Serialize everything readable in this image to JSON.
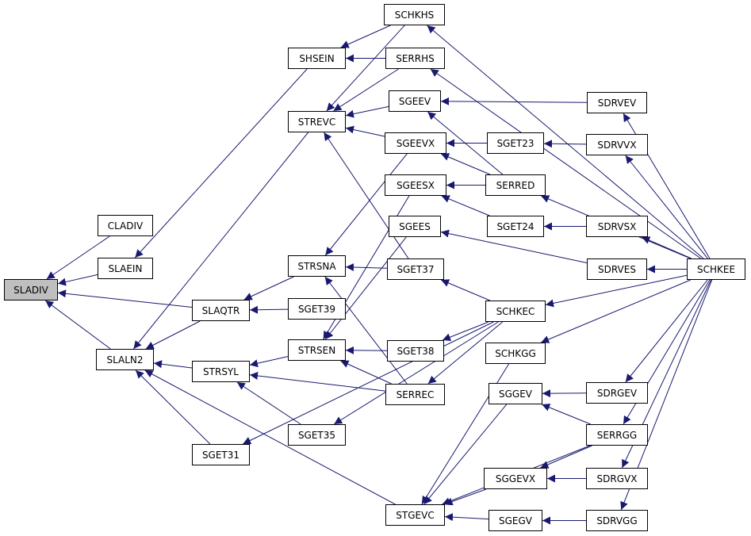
{
  "colors": {
    "edge": "#191970",
    "node_border": "#000000",
    "node_fill": "#ffffff",
    "root_fill": "#bfbfbf"
  },
  "nodes": {
    "SLADIV": "SLADIV",
    "CLADIV": "CLADIV",
    "SLAEIN": "SLAEIN",
    "SLALN2": "SLALN2",
    "SHSEIN": "SHSEIN",
    "STREVC": "STREVC",
    "SLAQTR": "SLAQTR",
    "STRSYL": "STRSYL",
    "SGET31": "SGET31",
    "SCHKHS": "SCHKHS",
    "SERRHS": "SERRHS",
    "SGEEV": "SGEEV",
    "SGEEVX": "SGEEVX",
    "SGEESX": "SGEESX",
    "SGEES": "SGEES",
    "STRSNA": "STRSNA",
    "SGET37": "SGET37",
    "SGET39": "SGET39",
    "SCHKEC": "SCHKEC",
    "STRSEN": "STRSEN",
    "SGET38": "SGET38",
    "SERREC": "SERREC",
    "SGET35": "SGET35",
    "SCHKGG": "SCHKGG",
    "SGGEV": "SGGEV",
    "SGGEVX": "SGGEVX",
    "STGEVC": "STGEVC",
    "SGEGV": "SGEGV",
    "SGET23": "SGET23",
    "SERRED": "SERRED",
    "SGET24": "SGET24",
    "SDRVEV": "SDRVEV",
    "SDRVVX": "SDRVVX",
    "SDRVSX": "SDRVSX",
    "SDRVES": "SDRVES",
    "SDRGEV": "SDRGEV",
    "SERRGG": "SERRGG",
    "SDRGVX": "SDRGVX",
    "SDRVGG": "SDRVGG",
    "SCHKEE": "SCHKEE"
  },
  "edges": [
    [
      "CLADIV",
      "SLADIV"
    ],
    [
      "SLAEIN",
      "SLADIV"
    ],
    [
      "SLAQTR",
      "SLADIV"
    ],
    [
      "SLALN2",
      "SLADIV"
    ],
    [
      "SHSEIN",
      "SLAEIN"
    ],
    [
      "STREVC",
      "SLALN2"
    ],
    [
      "SLAQTR",
      "SLALN2"
    ],
    [
      "STRSYL",
      "SLALN2"
    ],
    [
      "SGET31",
      "SLALN2"
    ],
    [
      "STGEVC",
      "SLALN2"
    ],
    [
      "SCHKHS",
      "SHSEIN"
    ],
    [
      "SERRHS",
      "SHSEIN"
    ],
    [
      "SCHKHS",
      "STREVC"
    ],
    [
      "SERRHS",
      "STREVC"
    ],
    [
      "SGEEV",
      "STREVC"
    ],
    [
      "SGEEVX",
      "STREVC"
    ],
    [
      "SGET37",
      "STREVC"
    ],
    [
      "STRSNA",
      "SLAQTR"
    ],
    [
      "SGET39",
      "SLAQTR"
    ],
    [
      "STRSEN",
      "STRSYL"
    ],
    [
      "SERREC",
      "STRSYL"
    ],
    [
      "SGET35",
      "STRSYL"
    ],
    [
      "SGEEVX",
      "STRSNA"
    ],
    [
      "SGET37",
      "STRSNA"
    ],
    [
      "SERREC",
      "STRSNA"
    ],
    [
      "SGEESX",
      "STRSEN"
    ],
    [
      "SGEES",
      "STRSEN"
    ],
    [
      "SGET38",
      "STRSEN"
    ],
    [
      "SERREC",
      "STRSEN"
    ],
    [
      "SERRED",
      "SGEEV"
    ],
    [
      "SDRVEV",
      "SGEEV"
    ],
    [
      "SERRED",
      "SGEEVX"
    ],
    [
      "SGET23",
      "SGEEVX"
    ],
    [
      "SERRED",
      "SGEESX"
    ],
    [
      "SGET24",
      "SGEESX"
    ],
    [
      "SDRVES",
      "SGEES"
    ],
    [
      "SCHKEC",
      "SGET37"
    ],
    [
      "SCHKEC",
      "SGET38"
    ],
    [
      "SCHKEC",
      "SERREC"
    ],
    [
      "SCHKEC",
      "SGET35"
    ],
    [
      "SCHKEC",
      "SGET31"
    ],
    [
      "SDRVVX",
      "SGET23"
    ],
    [
      "SDRVSX",
      "SGET24"
    ],
    [
      "SCHKGG",
      "STGEVC"
    ],
    [
      "SGGEV",
      "STGEVC"
    ],
    [
      "SERRGG",
      "STGEVC"
    ],
    [
      "SGGEVX",
      "STGEVC"
    ],
    [
      "SGEGV",
      "STGEVC"
    ],
    [
      "SDRGEV",
      "SGGEV"
    ],
    [
      "SERRGG",
      "SGGEV"
    ],
    [
      "SDRGVX",
      "SGGEVX"
    ],
    [
      "SERRGG",
      "SGGEVX"
    ],
    [
      "SDRVGG",
      "SGEGV"
    ],
    [
      "SCHKEE",
      "SCHKHS"
    ],
    [
      "SCHKEE",
      "SERRHS"
    ],
    [
      "SCHKEE",
      "SDRVEV"
    ],
    [
      "SCHKEE",
      "SDRVVX"
    ],
    [
      "SCHKEE",
      "SERRED"
    ],
    [
      "SCHKEE",
      "SDRVSX"
    ],
    [
      "SCHKEE",
      "SDRVES"
    ],
    [
      "SCHKEE",
      "SCHKEC"
    ],
    [
      "SCHKEE",
      "SCHKGG"
    ],
    [
      "SCHKEE",
      "SDRGEV"
    ],
    [
      "SCHKEE",
      "SERRGG"
    ],
    [
      "SCHKEE",
      "SDRGVX"
    ],
    [
      "SCHKEE",
      "SDRVGG"
    ]
  ]
}
